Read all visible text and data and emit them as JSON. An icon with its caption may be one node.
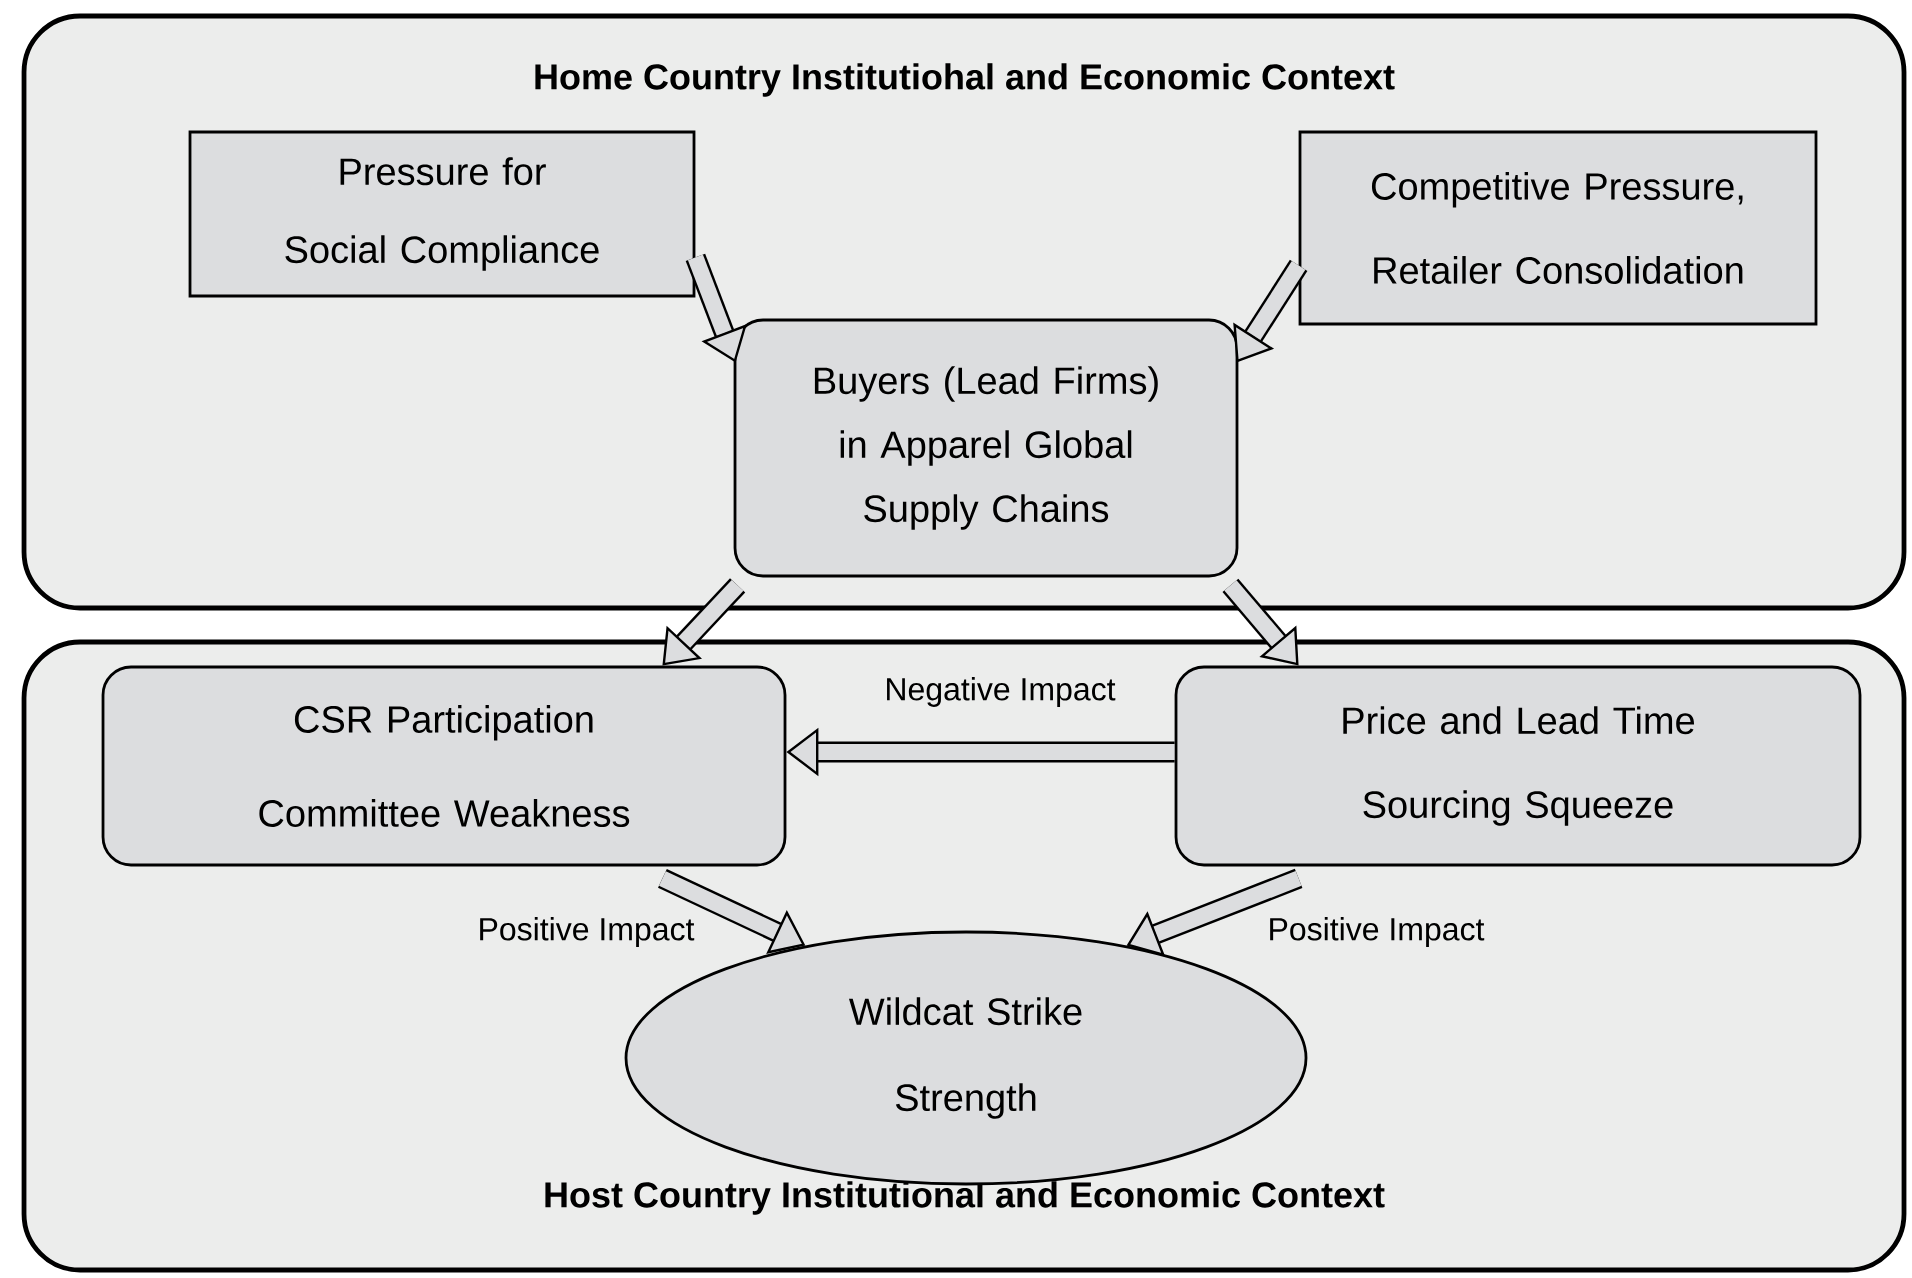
{
  "diagram": {
    "nodes": [
      {
        "text": [
          "Home Country  Institutiohal  and Economic Context"
        ]
      },
      {
        "text": [
          "Pressure for Social Compliance"
        ],
        "in": 0
      },
      {
        "text": [
          "Competitive Pressure, Retailer Consolidation"
        ],
        "in": 0
      },
      {
        "text": [
          "Buyers (Lead Firms) in Apparel Global Supply Chains"
        ],
        "in": 0
      },
      {
        "text": [
          "Host Country  Institutional  and Economic Context"
        ]
      },
      {
        "text": [
          "CSR Participation Committee Weakness"
        ],
        "in": 4
      },
      {
        "text": [
          "Price and Lead Time Sourcing  Squeeze"
        ],
        "in": 4
      },
      {
        "text": [
          "Wildcat  Strike Strength"
        ],
        "in": 4
      }
    ],
    "edges": [
      {
        "from": 1,
        "to": 3,
        "arrow": "to"
      },
      {
        "from": 2,
        "to": 3,
        "arrow": "to"
      },
      {
        "from": 3,
        "to": 5,
        "arrow": "to"
      },
      {
        "from": 3,
        "to": 6,
        "arrow": "to"
      },
      {
        "from": 6,
        "to": 5,
        "arrow": "to",
        "label": "Negative Impact"
      },
      {
        "from": 5,
        "to": 7,
        "arrow": "to",
        "label": "Positive Impact"
      },
      {
        "from": 6,
        "to": 7,
        "arrow": "to",
        "label": "Positive Impact"
      }
    ]
  }
}
